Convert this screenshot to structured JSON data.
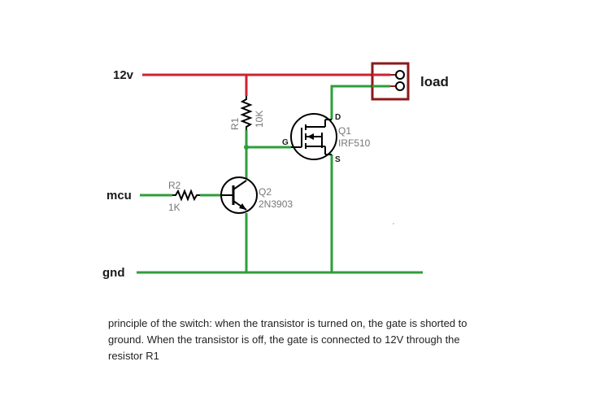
{
  "nets": {
    "supply": "12v",
    "input": "mcu",
    "ground": "gnd",
    "load": "load"
  },
  "components": {
    "r1": {
      "ref": "R1",
      "value": "10K"
    },
    "r2": {
      "ref": "R2",
      "value": "1K"
    },
    "q1": {
      "ref": "Q1",
      "value": "IRF510",
      "pins": {
        "drain": "D",
        "gate": "G",
        "source": "S"
      }
    },
    "q2": {
      "ref": "Q2",
      "value": "2N3903"
    }
  },
  "caption": "principle of the switch: when the transistor is turned on, the gate is shorted to ground. When the transistor is off, the gate is connected to 12V through the resistor R1",
  "colors": {
    "supply_wire": "#cc2233",
    "ground_wire": "#2e9e3a",
    "load_box": "#8b1a1a",
    "symbol": "#000000"
  }
}
